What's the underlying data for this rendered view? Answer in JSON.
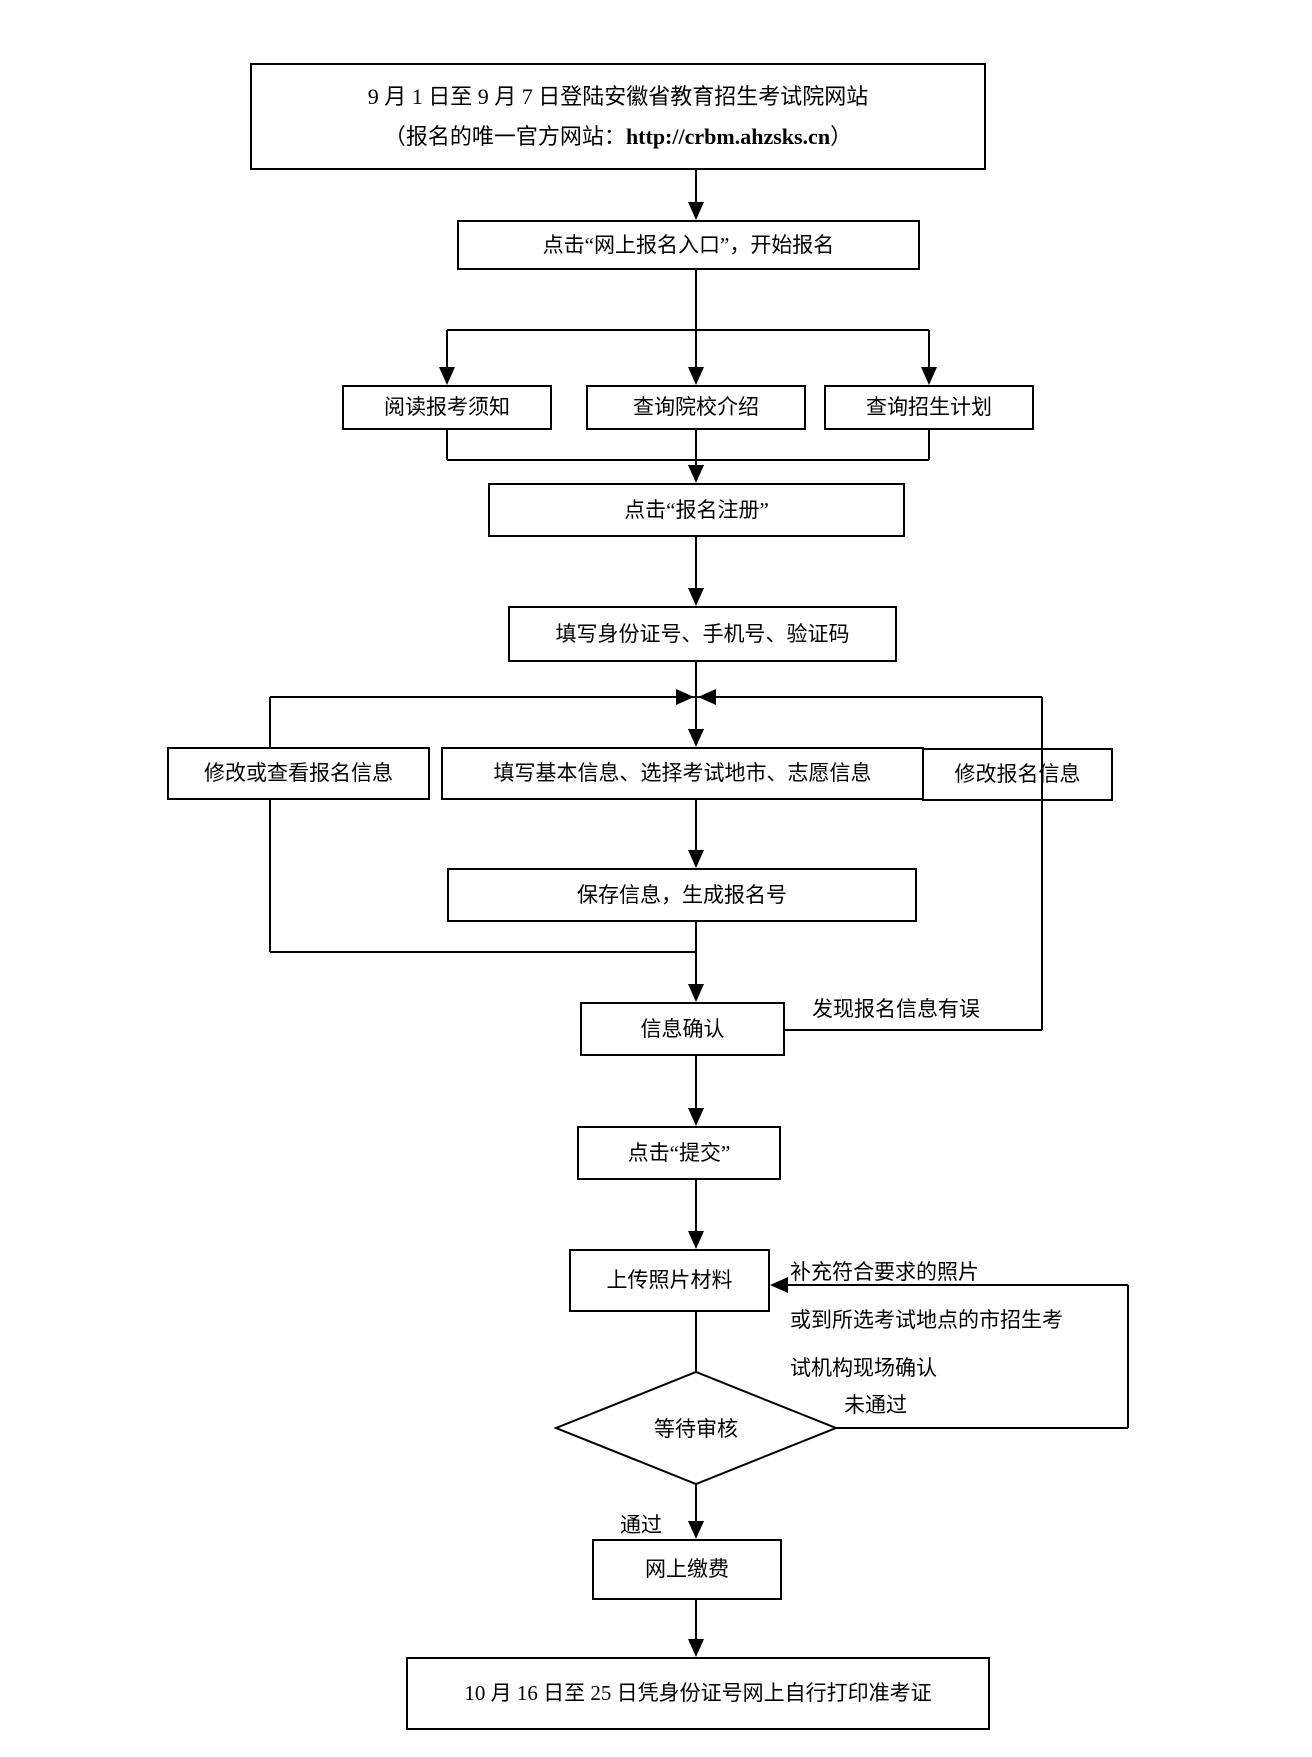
{
  "page": {
    "background_color": "#ffffff",
    "line_color": "#000000",
    "box_fill_color": "#ffffff"
  },
  "nodes": {
    "website": {
      "line1": "9 月 1 日至 9 月 7 日登陆安徽省教育招生考试院网站",
      "line2_prefix": "（报名的唯一官方网站：",
      "line2_url": "http://crbm.ahzsks.cn",
      "line2_suffix": "）"
    },
    "entry": {
      "label": "点击“网上报名入口”，开始报名"
    },
    "read_notice": {
      "label": "阅读报考须知"
    },
    "college_intro": {
      "label": "查询院校介绍"
    },
    "enroll_plan": {
      "label": "查询招生计划"
    },
    "register": {
      "label": "点击“报名注册”"
    },
    "fill_id": {
      "label": "填写身份证号、手机号、验证码"
    },
    "modify_view": {
      "label": "修改或查看报名信息"
    },
    "fill_basic": {
      "label": "填写基本信息、选择考试地市、志愿信息"
    },
    "modify_info": {
      "label": "修改报名信息"
    },
    "save_info": {
      "label": "保存信息，生成报名号"
    },
    "confirm": {
      "label": "信息确认"
    },
    "submit": {
      "label": "点击“提交”"
    },
    "upload_photo": {
      "label": "上传照片材料"
    },
    "wait_review": {
      "label": "等待审核"
    },
    "pay_online": {
      "label": "网上缴费"
    },
    "print_ticket": {
      "label": "10 月 16 日至 25 日凭身份证号网上自行打印准考证"
    }
  },
  "edge_labels": {
    "error_found": "发现报名信息有误",
    "supplement_lines": [
      "补充符合要求的照片",
      "或到所选考试地点的市招生考",
      "试机构现场确认"
    ],
    "not_passed": "未通过",
    "passed": "通过"
  }
}
